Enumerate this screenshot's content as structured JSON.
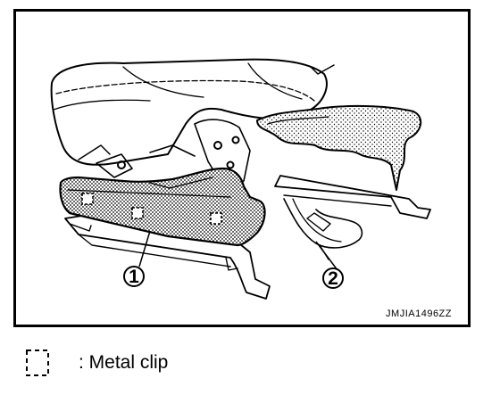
{
  "diagram": {
    "callouts": [
      {
        "id": "1",
        "label": "1"
      },
      {
        "id": "2",
        "label": "2"
      }
    ],
    "figure_code": "JMJIA1496ZZ"
  },
  "legend": {
    "symbol": "dashed-square",
    "text": ": Metal clip"
  }
}
